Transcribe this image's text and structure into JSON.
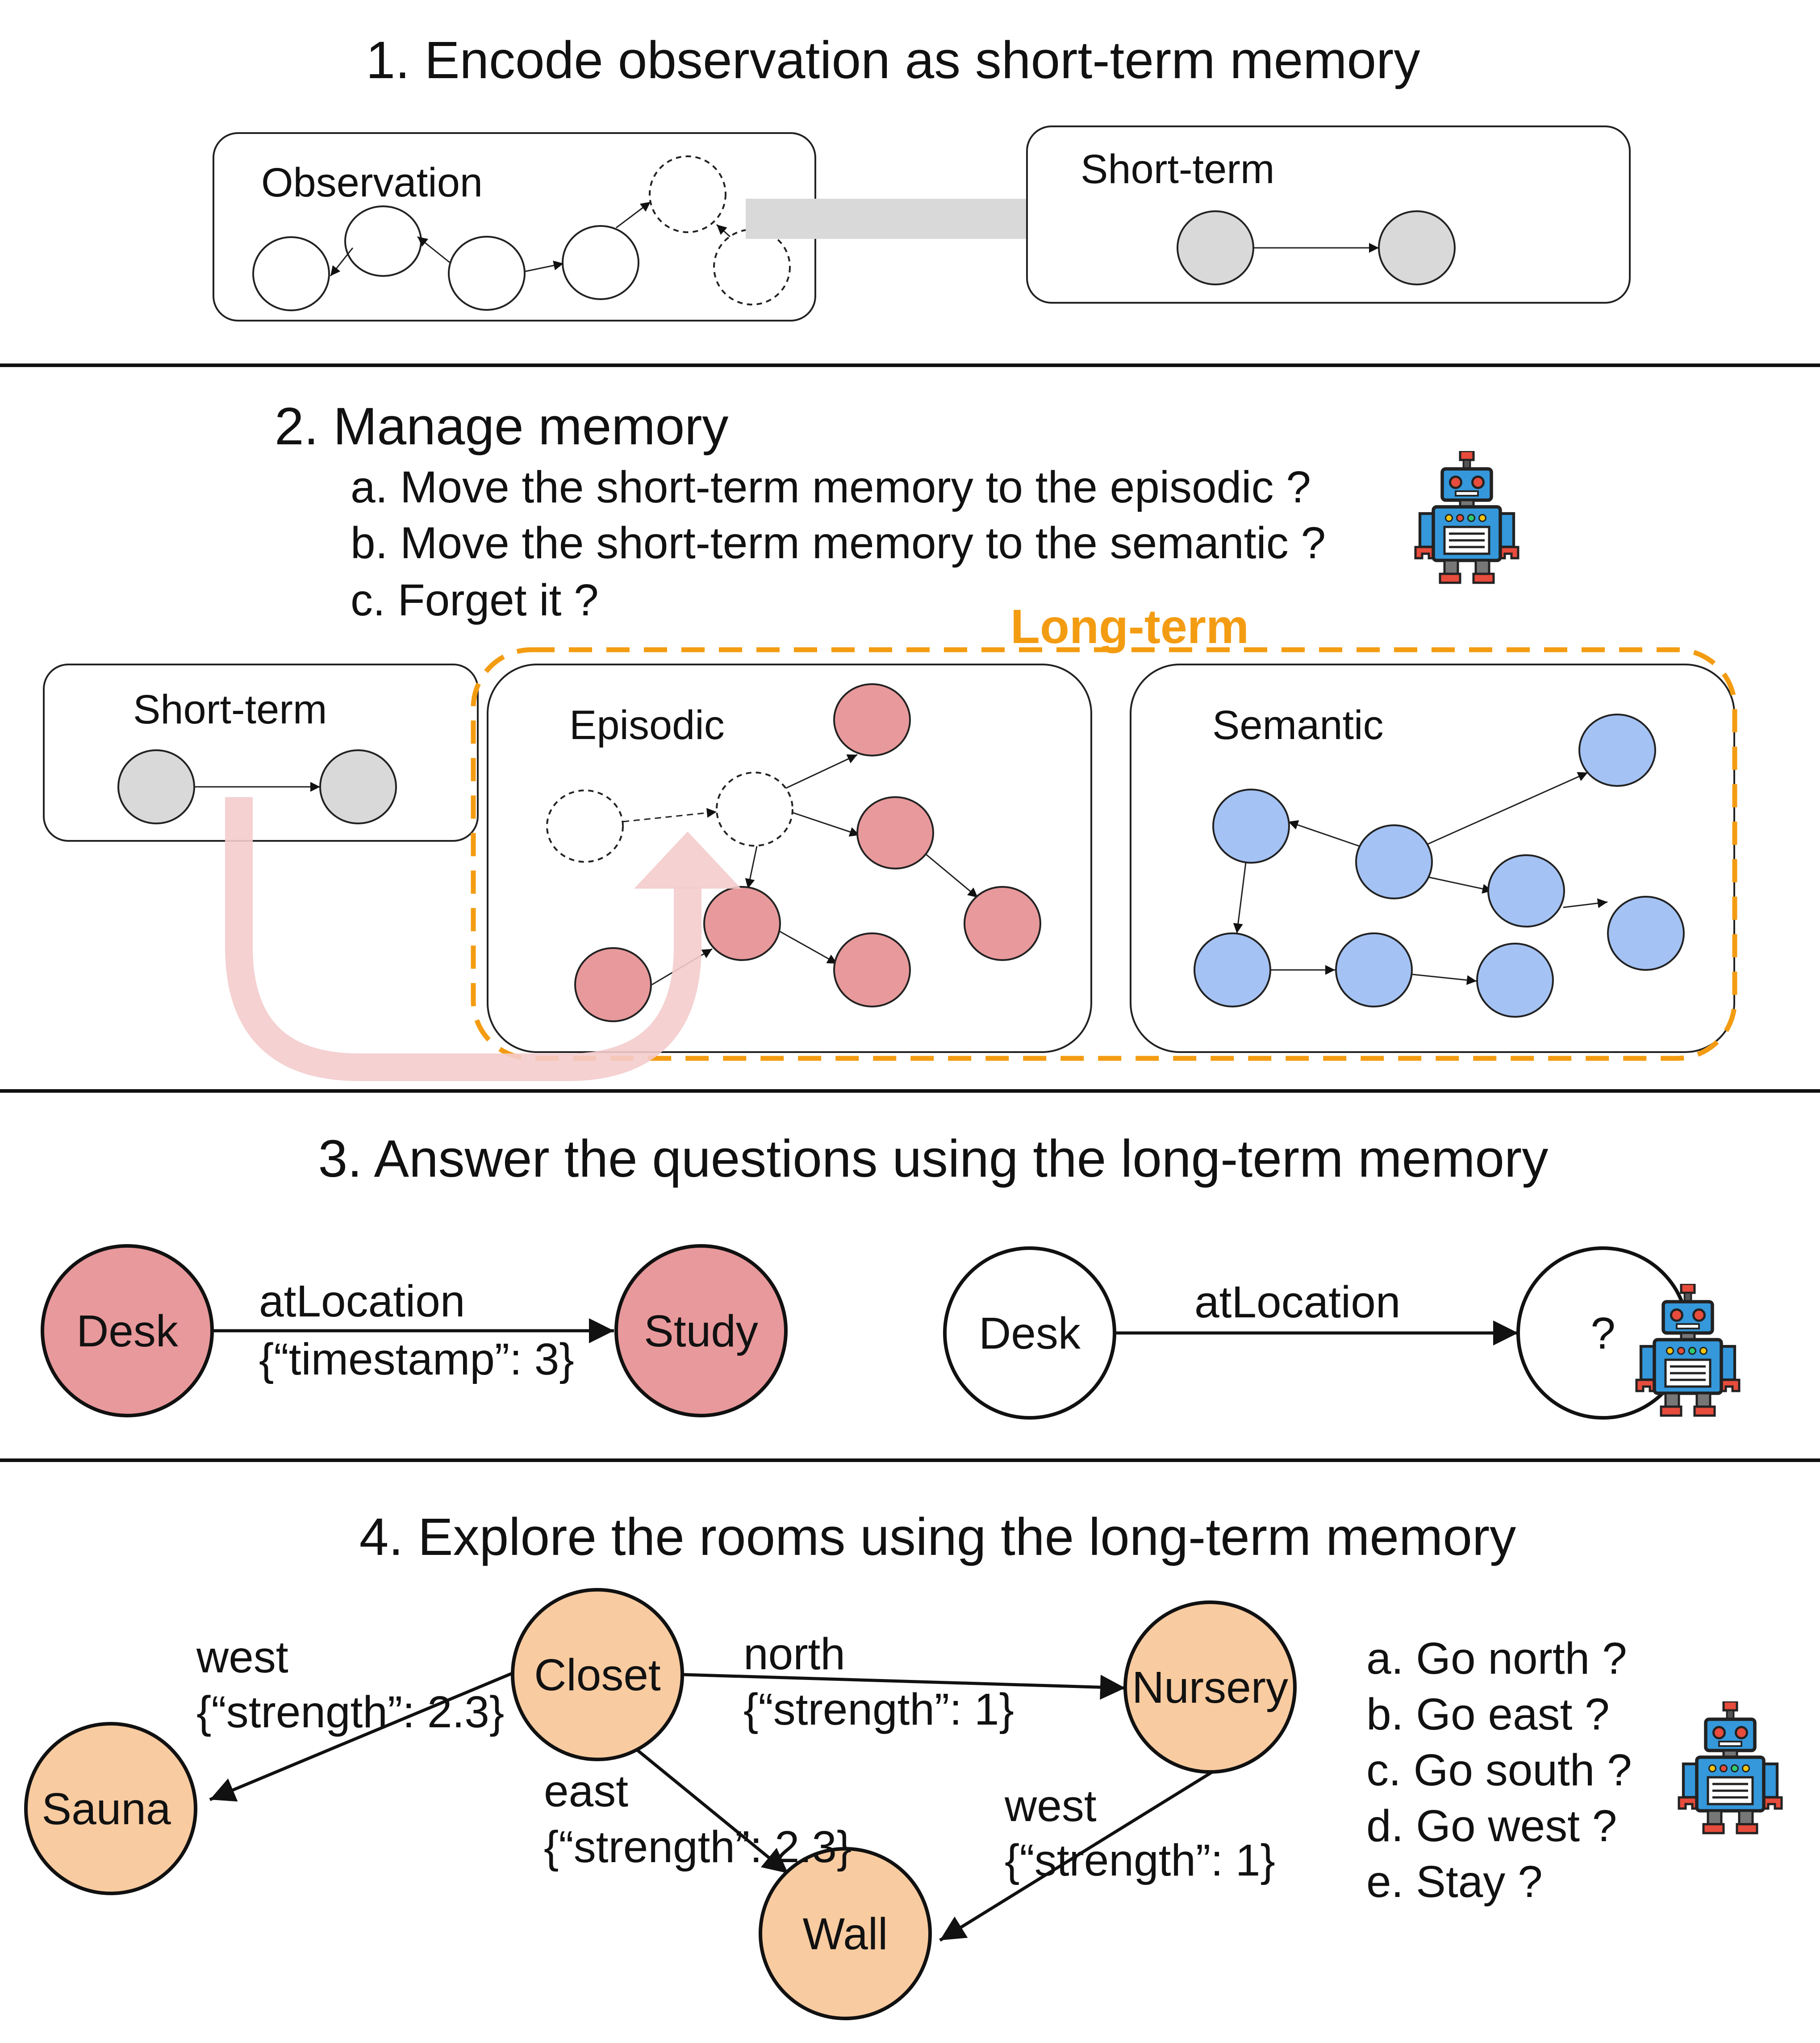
{
  "section1": {
    "title": "1.  Encode observation as short-term memory",
    "observation_label": "Observation",
    "shortterm_label": "Short-term"
  },
  "section2": {
    "title": "2.  Manage memory",
    "options": [
      "a.   Move the short-term memory to the episodic ?",
      "b.   Move the short-term memory to the semantic ?",
      "c.   Forget it ?"
    ],
    "shortterm_label": "Short-term",
    "longterm_label": "Long-term",
    "episodic_label": "Episodic",
    "semantic_label": "Semantic"
  },
  "section3": {
    "title": "3.  Answer the questions using the long-term memory",
    "left": {
      "head": "Desk",
      "relation": "atLocation",
      "qualifier": "{“timestamp”: 3}",
      "tail": "Study"
    },
    "right": {
      "head": "Desk",
      "relation": "atLocation",
      "tail": "?"
    }
  },
  "section4": {
    "title": "4.  Explore the rooms using the long-term memory",
    "rooms": {
      "closet": "Closet",
      "nursery": "Nursery",
      "sauna": "Sauna",
      "wall": "Wall"
    },
    "edges": {
      "closet_sauna": {
        "relation": "west",
        "qualifier": "{“strength”: 2.3}"
      },
      "closet_nursery": {
        "relation": "north",
        "qualifier": "{“strength”: 1}"
      },
      "closet_wall": {
        "relation": "east",
        "qualifier": "{“strength”: 2.3}"
      },
      "nursery_wall": {
        "relation": "west",
        "qualifier": "{“strength”: 1}"
      }
    },
    "options": [
      "a.   Go north ?",
      "b.   Go east ?",
      "c.   Go south ?",
      "d.   Go west ?",
      "e.   Stay ?"
    ]
  },
  "colors": {
    "episodic_node": "#e8999b",
    "semantic_node": "#a4c2f4",
    "shortterm_node": "#d9d9d9",
    "room_node": "#f8cba0",
    "longterm_border": "#f39c12",
    "arrow_gray": "#d9d9d9",
    "arrow_pink": "#f4cccc"
  },
  "icons": [
    "robot-icon"
  ]
}
